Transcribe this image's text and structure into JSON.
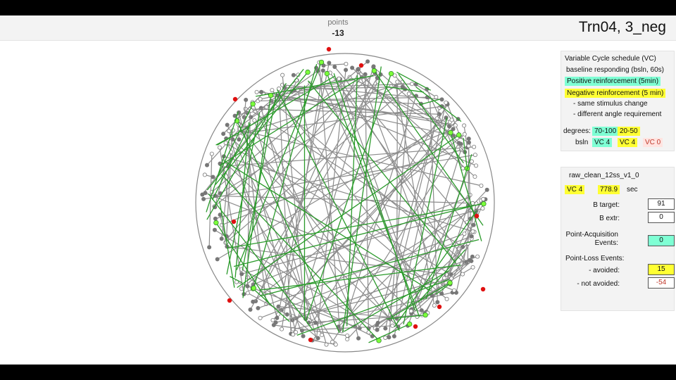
{
  "header": {
    "points_label": "points",
    "points_value": "-13",
    "session_title": "Trn04, 3_neg"
  },
  "schedule": {
    "title": "Variable Cycle schedule (VC)",
    "baseline": "baseline responding (bsln, 60s)",
    "positive": "Positive reinforcement (5min)",
    "negative": "Negative reinforcement (5 min)",
    "bullet1": "- same stimulus change",
    "bullet2": "- different angle requirement",
    "degrees_label": "degrees:",
    "degrees_pos": "70-100",
    "degrees_neg": "20-50",
    "bsln_label": "bsln",
    "vc_pos": "VC 4",
    "vc_neg": "VC 4",
    "vc_zero": "VC 0"
  },
  "stats": {
    "file_name": "raw_clean_12ss_v1_0",
    "vc": "VC 4",
    "time": "778.9",
    "time_unit": "sec",
    "b_target_label": "B target:",
    "b_target": "91",
    "b_extr_label": "B extr:",
    "b_extr": "0",
    "acq_label_1": "Point-Acquisition",
    "acq_label_2": "Events:",
    "acq_value": "0",
    "loss_label": "Point-Loss Events:",
    "avoided_label": "- avoided:",
    "avoided_value": "15",
    "not_avoided_label": "- not avoided:",
    "not_avoided_value": "-54"
  },
  "colors": {
    "positive": "#7fffd4",
    "negative": "#ffff33",
    "gray_path": "#8c8c8c",
    "green_path": "#2a9a2a",
    "red_marker": "#e01010"
  }
}
